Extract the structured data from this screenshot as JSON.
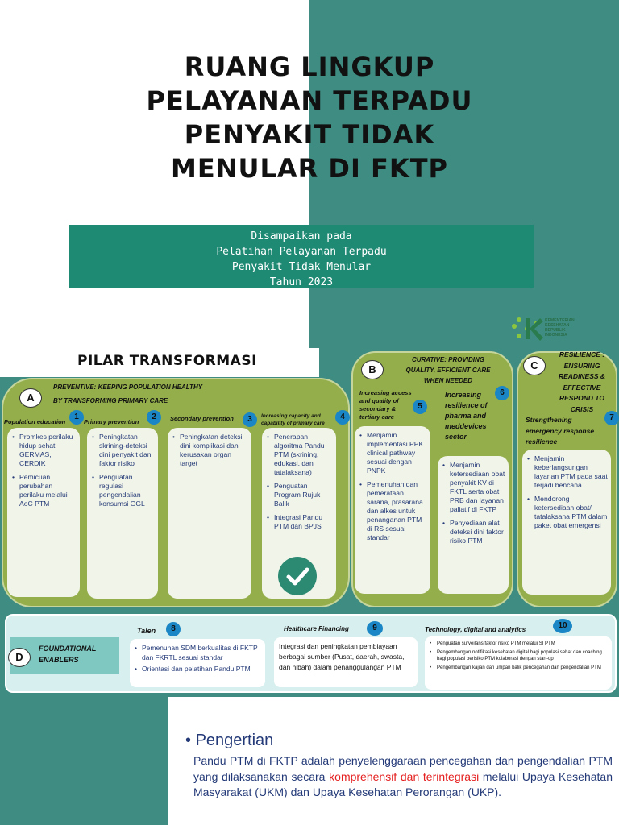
{
  "title_lines": [
    "RUANG  LINGKUP",
    "PELAYANAN  TERPADU",
    "PENYAKIT  TIDAK",
    "MENULAR  DI  FKTP"
  ],
  "subtitle_lines": [
    "Disampaikan pada",
    "Pelatihan Pelayanan Terpadu",
    "Penyakit Tidak Menular",
    "Tahun 2023"
  ],
  "logo": {
    "text_lines": [
      "KEMENTERIAN",
      "KESEHATAN",
      "REPUBLIK",
      "INDONESIA"
    ],
    "icon": "kemenkes-logo-icon"
  },
  "pilar_heading": "PILAR TRANSFORMASI",
  "pillar_a": {
    "badge": "A",
    "title_lines": [
      "PREVENTIVE: KEEPING POPULATION HEALTHY",
      "BY TRANSFORMING PRIMARY CARE"
    ],
    "subs": [
      {
        "num": "1",
        "title": "Population education",
        "items": [
          "Promkes perilaku hidup sehat: GERMAS, CERDIK",
          "Pemicuan perubahan perilaku melalui AoC PTM"
        ]
      },
      {
        "num": "2",
        "title": "Primary prevention",
        "items": [
          "Peningkatan skrining-deteksi dini penyakit dan faktor risiko",
          "Penguatan regulasi pengendalian konsumsi GGL"
        ]
      },
      {
        "num": "3",
        "title": "Secondary prevention",
        "items": [
          "Peningkatan deteksi dini komplikasi dan kerusakan organ target"
        ]
      },
      {
        "num": "4",
        "title": "Increasing capacity and capability of primary care",
        "items": [
          "Penerapan algoritma Pandu PTM (skrining, edukasi, dan tatalaksana)",
          "Penguatan Program Rujuk Balik",
          "Integrasi Pandu PTM dan BPJS"
        ]
      }
    ]
  },
  "pillar_b": {
    "badge": "B",
    "title_lines": [
      "CURATIVE: PROVIDING",
      "QUALITY, EFFICIENT CARE",
      "WHEN NEEDED"
    ],
    "subs": [
      {
        "num": "5",
        "title": "Increasing access and quality of secondary & tertiary care",
        "items": [
          "Menjamin implementasi PPK clinical pathway sesuai dengan PNPK",
          "Pemenuhan dan pemerataan sarana, prasarana dan alkes untuk penanganan PTM di RS sesuai standar"
        ]
      },
      {
        "num": "6",
        "title": "Increasing resilience of pharma and meddevices sector",
        "items": [
          "Menjamin ketersediaan obat penyakit KV di FKTL serta obat PRB dan layanan paliatif di FKTP",
          "Penyediaan alat deteksi dini faktor risiko PTM"
        ]
      }
    ]
  },
  "pillar_c": {
    "badge": "C",
    "title_lines": [
      "RESILIENCE :",
      "ENSURING",
      "READINESS &",
      "EFFECTIVE",
      "RESPOND TO",
      "CRISIS"
    ],
    "subs": [
      {
        "num": "7",
        "title": "Strengthening emergency response resilience",
        "items": [
          "Menjamin keberlangsungan layanan PTM pada saat terjadi bencana",
          "Mendorong ketersediaan obat/ tatalaksana PTM dalam paket obat emergensi"
        ]
      }
    ]
  },
  "foundational": {
    "badge": "D",
    "label": "FOUNDATIONAL ENABLERS",
    "talent": {
      "num": "8",
      "title": "Talen",
      "items": [
        "Pemenuhan SDM berkualitas di FKTP dan FKRTL sesuai standar",
        "Orientasi dan pelatihan Pandu PTM"
      ]
    },
    "financing": {
      "num": "9",
      "title": "Healthcare Financing",
      "text": "Integrasi dan peningkatan pembiayaan berbagai sumber (Pusat, daerah, swasta, dan hibah) dalam penanggulangan PTM"
    },
    "technology": {
      "num": "10",
      "title": "Technology, digital and analytics",
      "items": [
        "Penguatan surveilans faktor risiko PTM melalui SI PTM",
        "Pengembangan notifikasi kesehatan digital bagi populasi sehat dan coaching bagi populasi berisiko PTM kolaborasi dengan start-up",
        "Pengembangan kajian dan umpan balik pencegahan dan pengendalian PTM"
      ]
    }
  },
  "pengertian": {
    "heading": "Pengertian",
    "body_pre": "Pandu PTM di FKTP adalah penyelenggaraan pencegahan dan pengendalian PTM yang dilaksanakan secara ",
    "body_highlight": "komprehensif dan terintegrasi",
    "body_post": " melalui Upaya Kesehatan Masyarakat (UKM) dan Upaya Kesehatan Perorangan (UKP)."
  },
  "colors": {
    "teal": "#3f8d82",
    "pillar_green": "#93ae4a",
    "number_blue": "#1a86c5",
    "highlight_red": "#e52020",
    "text_navy": "#243a78"
  }
}
